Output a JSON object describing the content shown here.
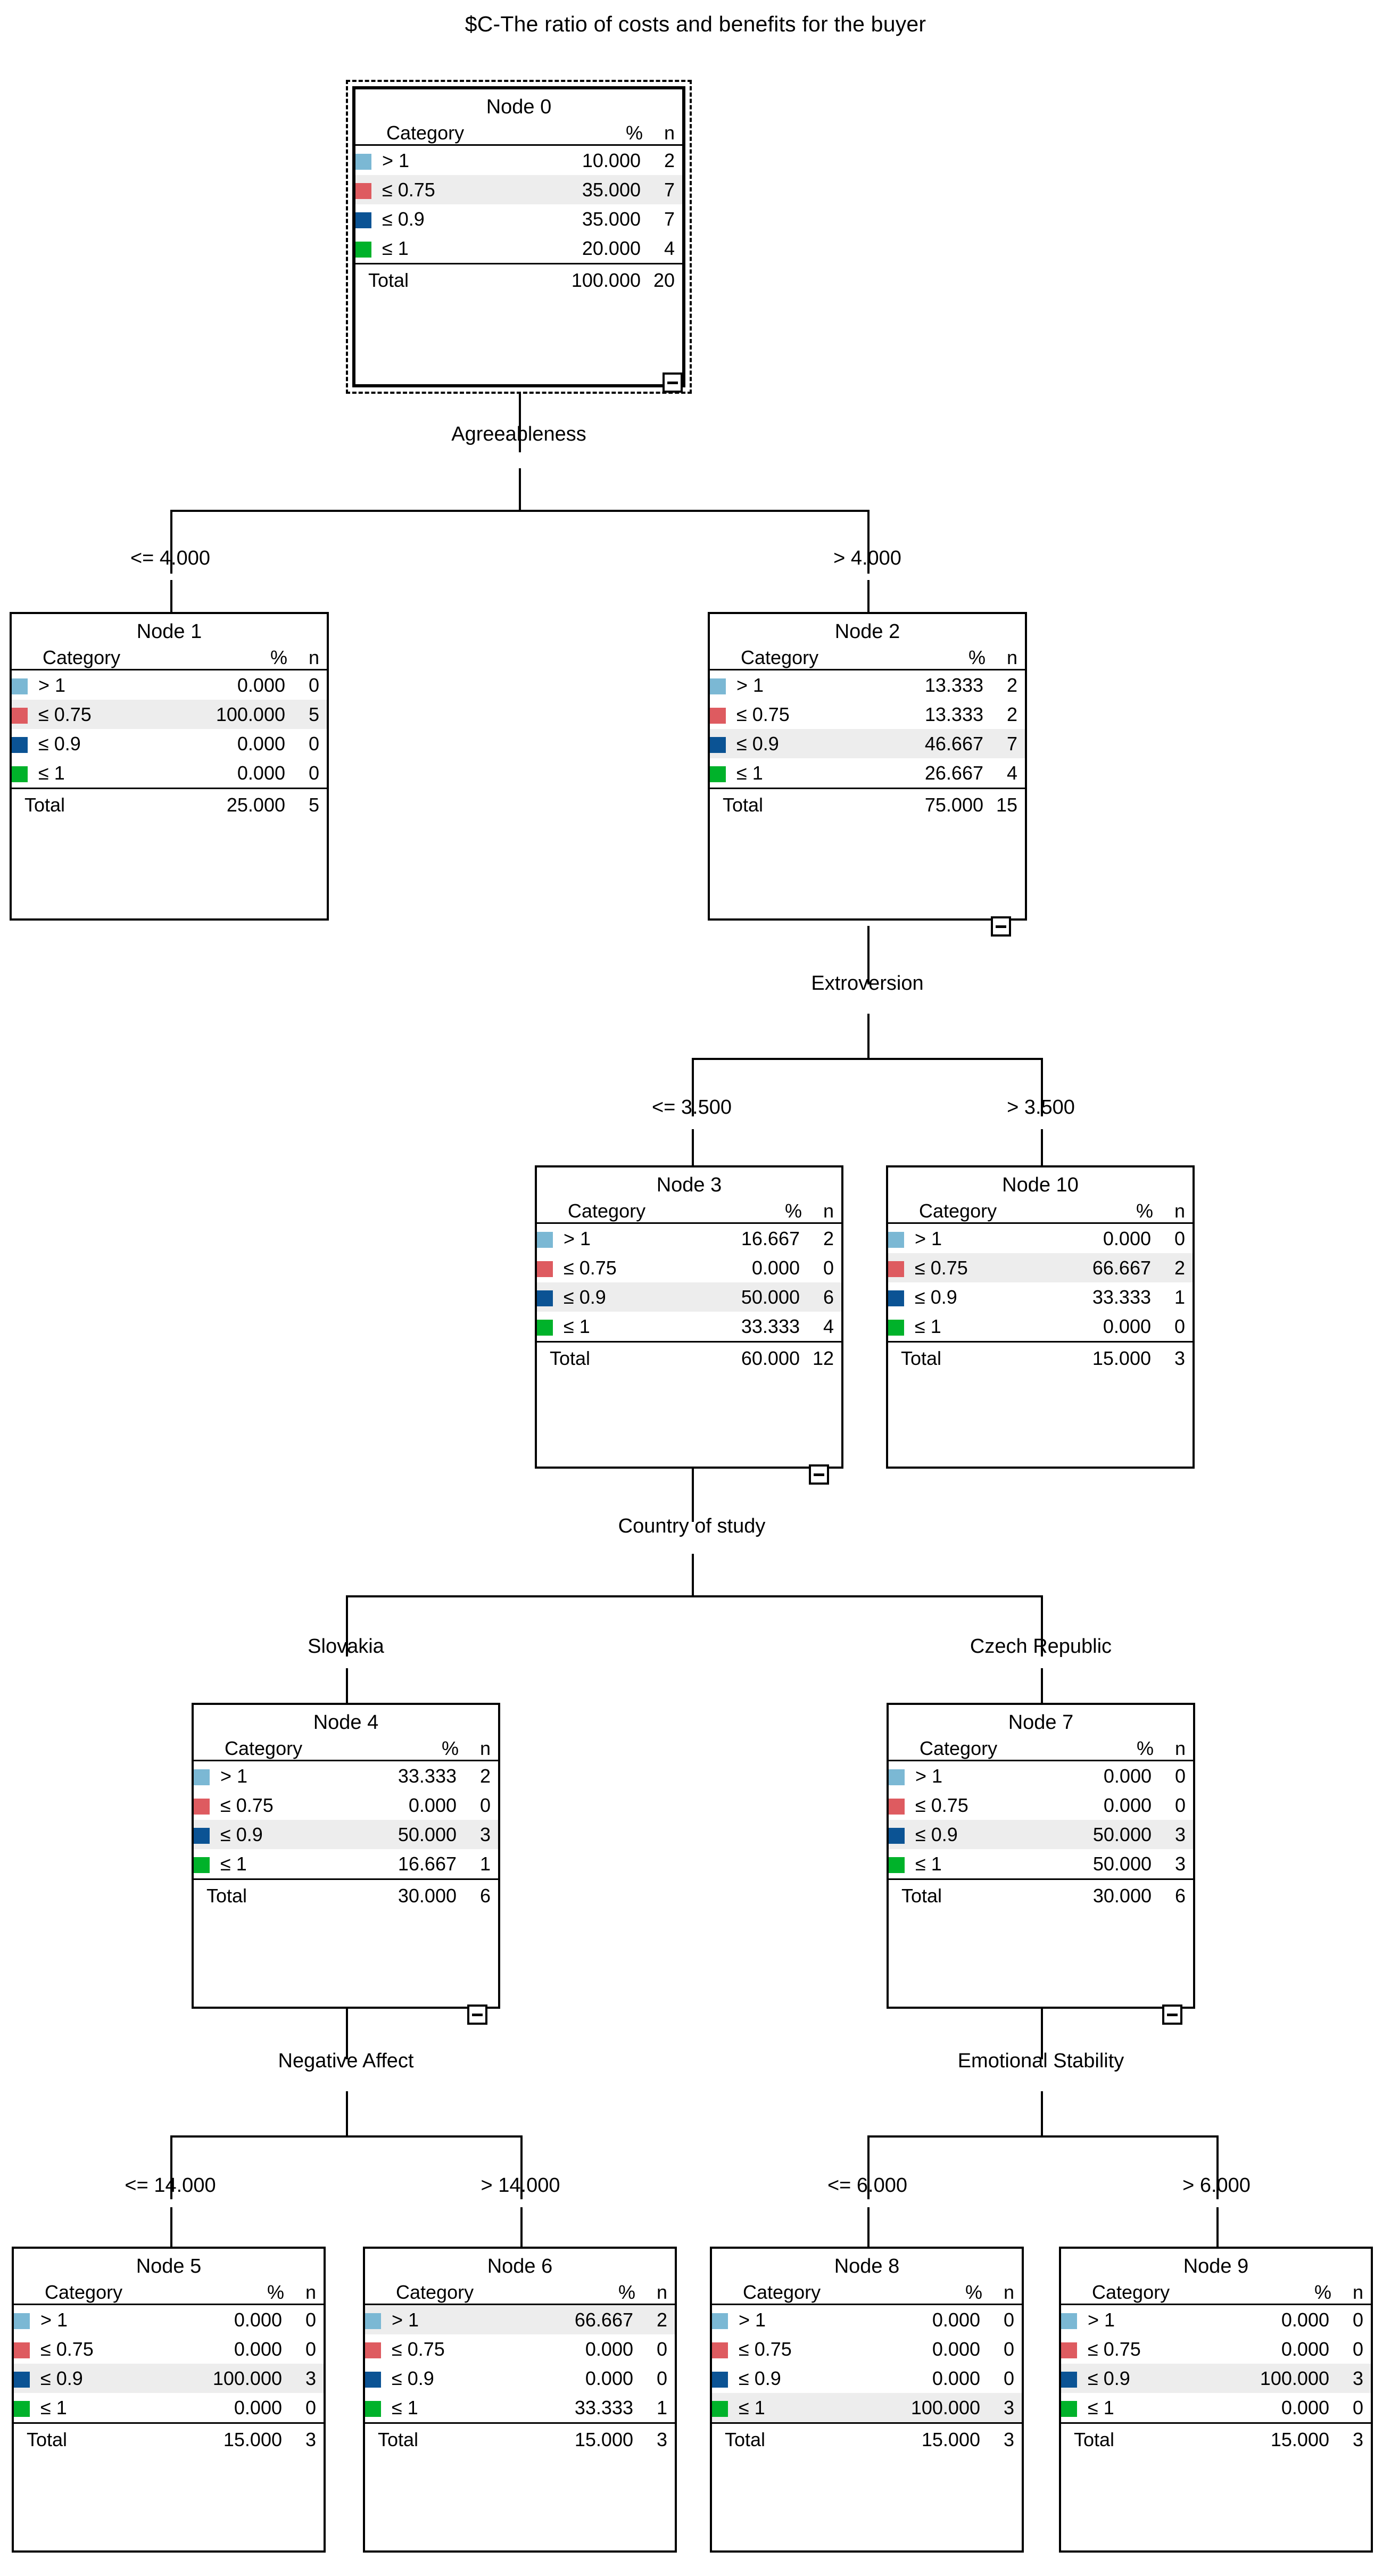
{
  "title": "$C-The ratio of costs and benefits for the buyer",
  "colors": {
    "cat_gt1": "#7BB8D4",
    "cat_le075": "#DE5B60",
    "cat_le09": "#0B5394",
    "cat_le1": "#00B22A",
    "highlight_row": "#ededed",
    "line": "#000000",
    "background": "#ffffff"
  },
  "table_headers": {
    "category": "Category",
    "percent": "%",
    "n": "n",
    "total": "Total"
  },
  "categories": [
    {
      "label": "> 1",
      "color_key": "cat_gt1"
    },
    {
      "label": "≤ 0.75",
      "color_key": "cat_le075"
    },
    {
      "label": "≤ 0.9",
      "color_key": "cat_le09"
    },
    {
      "label": "≤ 1",
      "color_key": "cat_le1"
    }
  ],
  "splits": [
    {
      "variable": "Agreeableness",
      "left": "<= 4.000",
      "right": "> 4.000"
    },
    {
      "variable": "Extroversion",
      "left": "<= 3.500",
      "right": "> 3.500"
    },
    {
      "variable": "Country of study",
      "left": "Slovakia",
      "right": "Czech Republic"
    },
    {
      "variable": "Negative Affect",
      "left": "<= 14.000",
      "right": "> 14.000"
    },
    {
      "variable": "Emotional Stability",
      "left": "<= 6.000",
      "right": "> 6.000"
    }
  ],
  "nodes": [
    {
      "id": "node0",
      "title": "Node 0",
      "selected": true,
      "collapsible": true,
      "rows": [
        {
          "category": "> 1",
          "percent": "10.000",
          "n": "2",
          "highlight": false
        },
        {
          "category": "≤ 0.75",
          "percent": "35.000",
          "n": "7",
          "highlight": true
        },
        {
          "category": "≤ 0.9",
          "percent": "35.000",
          "n": "7",
          "highlight": false
        },
        {
          "category": "≤ 1",
          "percent": "20.000",
          "n": "4",
          "highlight": false
        }
      ],
      "total": {
        "percent": "100.000",
        "n": "20"
      }
    },
    {
      "id": "node1",
      "title": "Node 1",
      "selected": false,
      "collapsible": false,
      "rows": [
        {
          "category": "> 1",
          "percent": "0.000",
          "n": "0",
          "highlight": false
        },
        {
          "category": "≤ 0.75",
          "percent": "100.000",
          "n": "5",
          "highlight": true
        },
        {
          "category": "≤ 0.9",
          "percent": "0.000",
          "n": "0",
          "highlight": false
        },
        {
          "category": "≤ 1",
          "percent": "0.000",
          "n": "0",
          "highlight": false
        }
      ],
      "total": {
        "percent": "25.000",
        "n": "5"
      }
    },
    {
      "id": "node2",
      "title": "Node 2",
      "selected": false,
      "collapsible": true,
      "rows": [
        {
          "category": "> 1",
          "percent": "13.333",
          "n": "2",
          "highlight": false
        },
        {
          "category": "≤ 0.75",
          "percent": "13.333",
          "n": "2",
          "highlight": false
        },
        {
          "category": "≤ 0.9",
          "percent": "46.667",
          "n": "7",
          "highlight": true
        },
        {
          "category": "≤ 1",
          "percent": "26.667",
          "n": "4",
          "highlight": false
        }
      ],
      "total": {
        "percent": "75.000",
        "n": "15"
      }
    },
    {
      "id": "node3",
      "title": "Node 3",
      "selected": false,
      "collapsible": true,
      "rows": [
        {
          "category": "> 1",
          "percent": "16.667",
          "n": "2",
          "highlight": false
        },
        {
          "category": "≤ 0.75",
          "percent": "0.000",
          "n": "0",
          "highlight": false
        },
        {
          "category": "≤ 0.9",
          "percent": "50.000",
          "n": "6",
          "highlight": true
        },
        {
          "category": "≤ 1",
          "percent": "33.333",
          "n": "4",
          "highlight": false
        }
      ],
      "total": {
        "percent": "60.000",
        "n": "12"
      }
    },
    {
      "id": "node10",
      "title": "Node 10",
      "selected": false,
      "collapsible": false,
      "rows": [
        {
          "category": "> 1",
          "percent": "0.000",
          "n": "0",
          "highlight": false
        },
        {
          "category": "≤ 0.75",
          "percent": "66.667",
          "n": "2",
          "highlight": true
        },
        {
          "category": "≤ 0.9",
          "percent": "33.333",
          "n": "1",
          "highlight": false
        },
        {
          "category": "≤ 1",
          "percent": "0.000",
          "n": "0",
          "highlight": false
        }
      ],
      "total": {
        "percent": "15.000",
        "n": "3"
      }
    },
    {
      "id": "node4",
      "title": "Node 4",
      "selected": false,
      "collapsible": true,
      "rows": [
        {
          "category": "> 1",
          "percent": "33.333",
          "n": "2",
          "highlight": false
        },
        {
          "category": "≤ 0.75",
          "percent": "0.000",
          "n": "0",
          "highlight": false
        },
        {
          "category": "≤ 0.9",
          "percent": "50.000",
          "n": "3",
          "highlight": true
        },
        {
          "category": "≤ 1",
          "percent": "16.667",
          "n": "1",
          "highlight": false
        }
      ],
      "total": {
        "percent": "30.000",
        "n": "6"
      }
    },
    {
      "id": "node7",
      "title": "Node 7",
      "selected": false,
      "collapsible": true,
      "rows": [
        {
          "category": "> 1",
          "percent": "0.000",
          "n": "0",
          "highlight": false
        },
        {
          "category": "≤ 0.75",
          "percent": "0.000",
          "n": "0",
          "highlight": false
        },
        {
          "category": "≤ 0.9",
          "percent": "50.000",
          "n": "3",
          "highlight": true
        },
        {
          "category": "≤ 1",
          "percent": "50.000",
          "n": "3",
          "highlight": false
        }
      ],
      "total": {
        "percent": "30.000",
        "n": "6"
      }
    },
    {
      "id": "node5",
      "title": "Node 5",
      "selected": false,
      "collapsible": false,
      "rows": [
        {
          "category": "> 1",
          "percent": "0.000",
          "n": "0",
          "highlight": false
        },
        {
          "category": "≤ 0.75",
          "percent": "0.000",
          "n": "0",
          "highlight": false
        },
        {
          "category": "≤ 0.9",
          "percent": "100.000",
          "n": "3",
          "highlight": true
        },
        {
          "category": "≤ 1",
          "percent": "0.000",
          "n": "0",
          "highlight": false
        }
      ],
      "total": {
        "percent": "15.000",
        "n": "3"
      }
    },
    {
      "id": "node6",
      "title": "Node 6",
      "selected": false,
      "collapsible": false,
      "rows": [
        {
          "category": "> 1",
          "percent": "66.667",
          "n": "2",
          "highlight": true
        },
        {
          "category": "≤ 0.75",
          "percent": "0.000",
          "n": "0",
          "highlight": false
        },
        {
          "category": "≤ 0.9",
          "percent": "0.000",
          "n": "0",
          "highlight": false
        },
        {
          "category": "≤ 1",
          "percent": "33.333",
          "n": "1",
          "highlight": false
        }
      ],
      "total": {
        "percent": "15.000",
        "n": "3"
      }
    },
    {
      "id": "node8",
      "title": "Node 8",
      "selected": false,
      "collapsible": false,
      "rows": [
        {
          "category": "> 1",
          "percent": "0.000",
          "n": "0",
          "highlight": false
        },
        {
          "category": "≤ 0.75",
          "percent": "0.000",
          "n": "0",
          "highlight": false
        },
        {
          "category": "≤ 0.9",
          "percent": "0.000",
          "n": "0",
          "highlight": false
        },
        {
          "category": "≤ 1",
          "percent": "100.000",
          "n": "3",
          "highlight": true
        }
      ],
      "total": {
        "percent": "15.000",
        "n": "3"
      }
    },
    {
      "id": "node9",
      "title": "Node 9",
      "selected": false,
      "collapsible": false,
      "rows": [
        {
          "category": "> 1",
          "percent": "0.000",
          "n": "0",
          "highlight": false
        },
        {
          "category": "≤ 0.75",
          "percent": "0.000",
          "n": "0",
          "highlight": false
        },
        {
          "category": "≤ 0.9",
          "percent": "100.000",
          "n": "3",
          "highlight": true
        },
        {
          "category": "≤ 1",
          "percent": "0.000",
          "n": "0",
          "highlight": false
        }
      ],
      "total": {
        "percent": "15.000",
        "n": "3"
      }
    }
  ],
  "chart_data": {
    "type": "tree",
    "title": "$C-The ratio of costs and benefits for the buyer",
    "target_categories": [
      "> 1",
      "≤ 0.75",
      "≤ 0.9",
      "≤ 1"
    ],
    "tree": [
      {
        "node": 0,
        "parent": null,
        "split_on": "Agreeableness",
        "branch": null,
        "percents": [
          10.0,
          35.0,
          35.0,
          20.0
        ],
        "counts": [
          2,
          7,
          7,
          4
        ],
        "total_percent": 100.0,
        "total_n": 20,
        "predicted": "≤ 0.75"
      },
      {
        "node": 1,
        "parent": 0,
        "split_on": null,
        "branch": "<= 4.000",
        "percents": [
          0.0,
          100.0,
          0.0,
          0.0
        ],
        "counts": [
          0,
          5,
          0,
          0
        ],
        "total_percent": 25.0,
        "total_n": 5,
        "predicted": "≤ 0.75"
      },
      {
        "node": 2,
        "parent": 0,
        "split_on": "Extroversion",
        "branch": "> 4.000",
        "percents": [
          13.333,
          13.333,
          46.667,
          26.667
        ],
        "counts": [
          2,
          2,
          7,
          4
        ],
        "total_percent": 75.0,
        "total_n": 15,
        "predicted": "≤ 0.9"
      },
      {
        "node": 3,
        "parent": 2,
        "split_on": "Country of study",
        "branch": "<= 3.500",
        "percents": [
          16.667,
          0.0,
          50.0,
          33.333
        ],
        "counts": [
          2,
          0,
          6,
          4
        ],
        "total_percent": 60.0,
        "total_n": 12,
        "predicted": "≤ 0.9"
      },
      {
        "node": 10,
        "parent": 2,
        "split_on": null,
        "branch": "> 3.500",
        "percents": [
          0.0,
          66.667,
          33.333,
          0.0
        ],
        "counts": [
          0,
          2,
          1,
          0
        ],
        "total_percent": 15.0,
        "total_n": 3,
        "predicted": "≤ 0.75"
      },
      {
        "node": 4,
        "parent": 3,
        "split_on": "Negative Affect",
        "branch": "Slovakia",
        "percents": [
          33.333,
          0.0,
          50.0,
          16.667
        ],
        "counts": [
          2,
          0,
          3,
          1
        ],
        "total_percent": 30.0,
        "total_n": 6,
        "predicted": "≤ 0.9"
      },
      {
        "node": 7,
        "parent": 3,
        "split_on": "Emotional Stability",
        "branch": "Czech Republic",
        "percents": [
          0.0,
          0.0,
          50.0,
          50.0
        ],
        "counts": [
          0,
          0,
          3,
          3
        ],
        "total_percent": 30.0,
        "total_n": 6,
        "predicted": "≤ 0.9"
      },
      {
        "node": 5,
        "parent": 4,
        "split_on": null,
        "branch": "<= 14.000",
        "percents": [
          0.0,
          0.0,
          100.0,
          0.0
        ],
        "counts": [
          0,
          0,
          3,
          0
        ],
        "total_percent": 15.0,
        "total_n": 3,
        "predicted": "≤ 0.9"
      },
      {
        "node": 6,
        "parent": 4,
        "split_on": null,
        "branch": "> 14.000",
        "percents": [
          66.667,
          0.0,
          0.0,
          33.333
        ],
        "counts": [
          2,
          0,
          0,
          1
        ],
        "total_percent": 15.0,
        "total_n": 3,
        "predicted": "> 1"
      },
      {
        "node": 8,
        "parent": 7,
        "split_on": null,
        "branch": "<= 6.000",
        "percents": [
          0.0,
          0.0,
          0.0,
          100.0
        ],
        "counts": [
          0,
          0,
          0,
          3
        ],
        "total_percent": 15.0,
        "total_n": 3,
        "predicted": "≤ 1"
      },
      {
        "node": 9,
        "parent": 7,
        "split_on": null,
        "branch": "> 6.000",
        "percents": [
          0.0,
          0.0,
          100.0,
          0.0
        ],
        "counts": [
          0,
          0,
          3,
          0
        ],
        "total_percent": 15.0,
        "total_n": 3,
        "predicted": "≤ 0.9"
      }
    ]
  }
}
